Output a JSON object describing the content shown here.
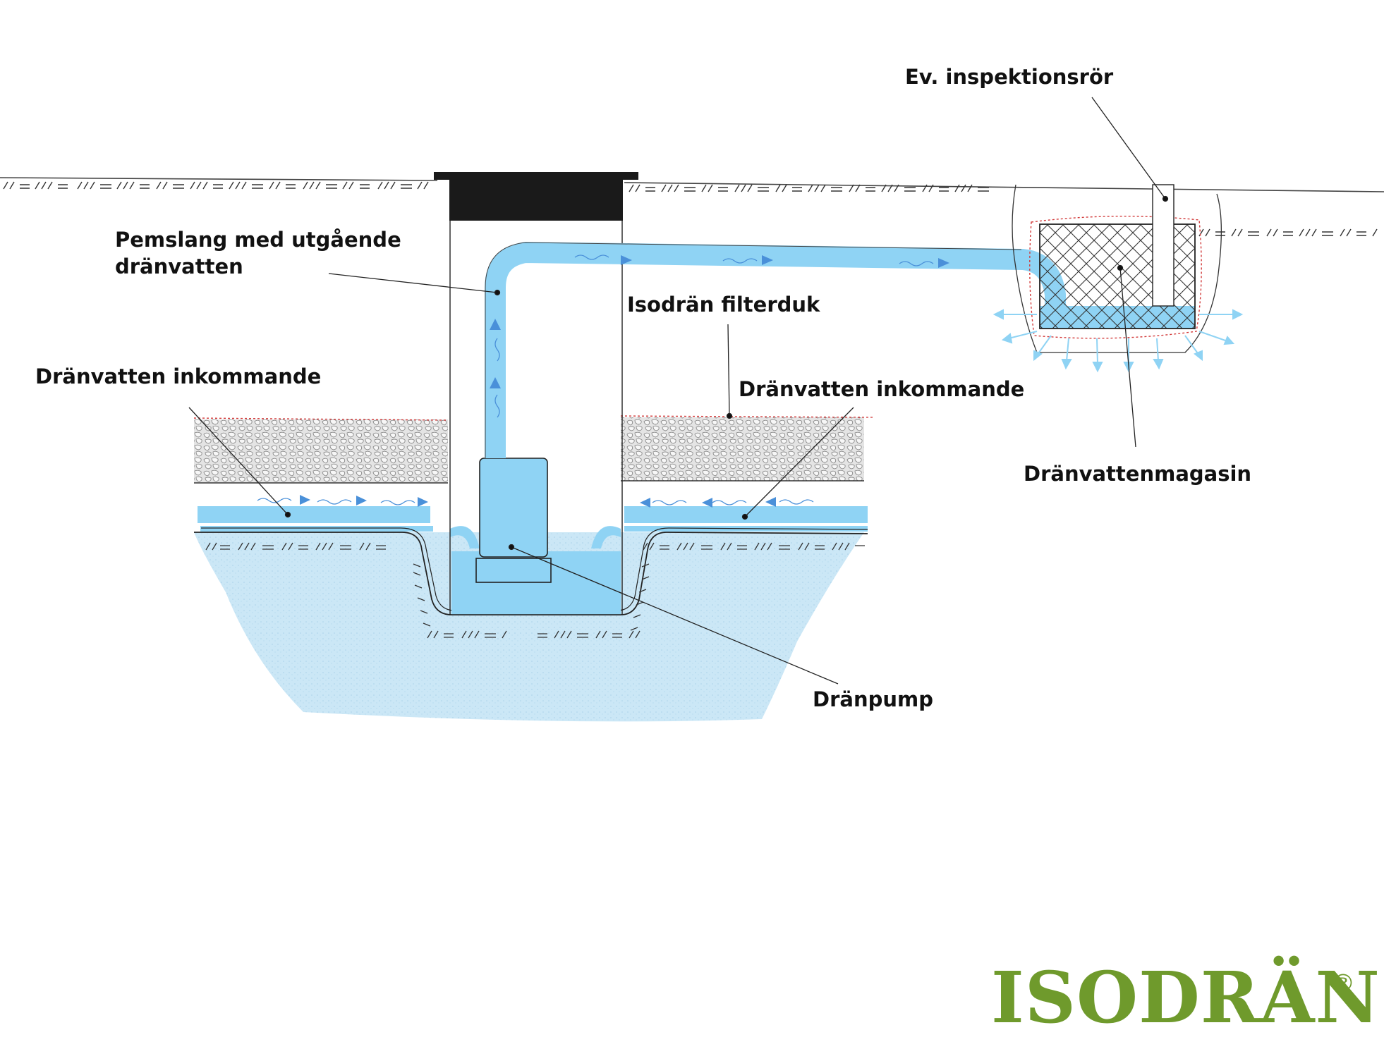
{
  "labels": {
    "inspection_pipe": "Ev. inspektionsrör",
    "hose_line1": "Pemslang med utgående",
    "hose_line2": "dränvatten",
    "filter_cloth": "Isodrän filterduk",
    "incoming_left": "Dränvatten inkommande",
    "incoming_right": "Dränvatten inkommande",
    "storage": "Dränvattenmagasin",
    "pump": "Dränpump"
  },
  "logo": {
    "text": "ISODRÄN",
    "registered": "®"
  },
  "colors": {
    "water": "#8fd3f4",
    "water_dark": "#4a90d9",
    "ground_water": "#cde8f6",
    "lid": "#1a1a1a",
    "logo": "#6f9a2c",
    "filter_line": "#d23b3b",
    "line": "#222222"
  }
}
